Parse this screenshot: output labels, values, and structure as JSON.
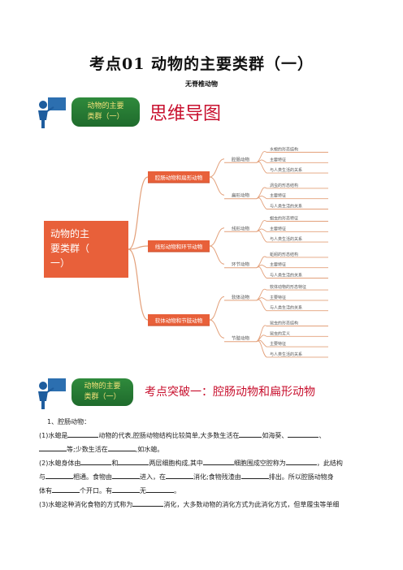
{
  "header": {
    "title": "考点01    动物的主要类群（一）",
    "subtitle": "无脊椎动物"
  },
  "banner1": {
    "badge_line1": "动物的主要",
    "badge_line2": "类群（一）",
    "heading": "思维导图"
  },
  "mindmap": {
    "root_lines": [
      "动物的主",
      "要类群（",
      "一）"
    ],
    "branches": [
      {
        "label": "腔肠动物和扁形动物",
        "subs": [
          {
            "label": "腔肠动物",
            "leaves": [
              "水螅的形态结构",
              "主要特征",
              "与人类生活的关系"
            ]
          },
          {
            "label": "扁形动物",
            "leaves": [
              "涡虫的形态结构",
              "主要特征",
              "与人类生活的关系"
            ]
          }
        ]
      },
      {
        "label": "线形动物和环节动物",
        "subs": [
          {
            "label": "线形动物",
            "leaves": [
              "蛔虫的形态特征",
              "主要特征",
              "与人类生活的关系"
            ]
          },
          {
            "label": "环节动物",
            "leaves": [
              "蚯蚓的形态结构",
              "主要特征",
              "与人类生活的关系"
            ]
          }
        ]
      },
      {
        "label": "软体动物和节肢动物",
        "subs": [
          {
            "label": "软体动物",
            "leaves": [
              "软体动物的形态特征",
              "主要特征",
              "与人类生活的关系"
            ]
          },
          {
            "label": "节肢动物",
            "leaves": [
              "昆虫的形态结构",
              "昆虫的定义",
              "主要特征",
              "与人类生活的关系"
            ]
          }
        ]
      }
    ]
  },
  "banner2": {
    "badge_line1": "动物的主要",
    "badge_line2": "类群（一）",
    "heading": "考点突破一：腔肠动物和扁形动物"
  },
  "body": {
    "heading": "1、腔肠动物：",
    "p1a": "(1)水螅是",
    "p1b": "动物的代表,腔肠动物结构比较简单,大多数生活在",
    "p1c": "如海葵、",
    "p1d": "、",
    "p1e": "等;少数生活在",
    "p1f": ",如水螅。",
    "p2a": "(2)水螅身体由",
    "p2b": "和",
    "p2c": "两层细胞构成,其中",
    "p2d": "细胞围成空腔称为",
    "p2e": "，此结构",
    "p2f": "与",
    "p2g": "相通。食物由",
    "p2h": "进入，在",
    "p2i": "消化;食物残渣由",
    "p2j": "排出。所以腔肠动物身",
    "p2k": "体有",
    "p2l": "个开口。有",
    "p2m": "无",
    "p2n": "。",
    "p3a": "(3)水螅这种消化食物的方式称为",
    "p3b": "消化，大多数动物的消化方式为此消化方式，但草履虫等单细"
  }
}
